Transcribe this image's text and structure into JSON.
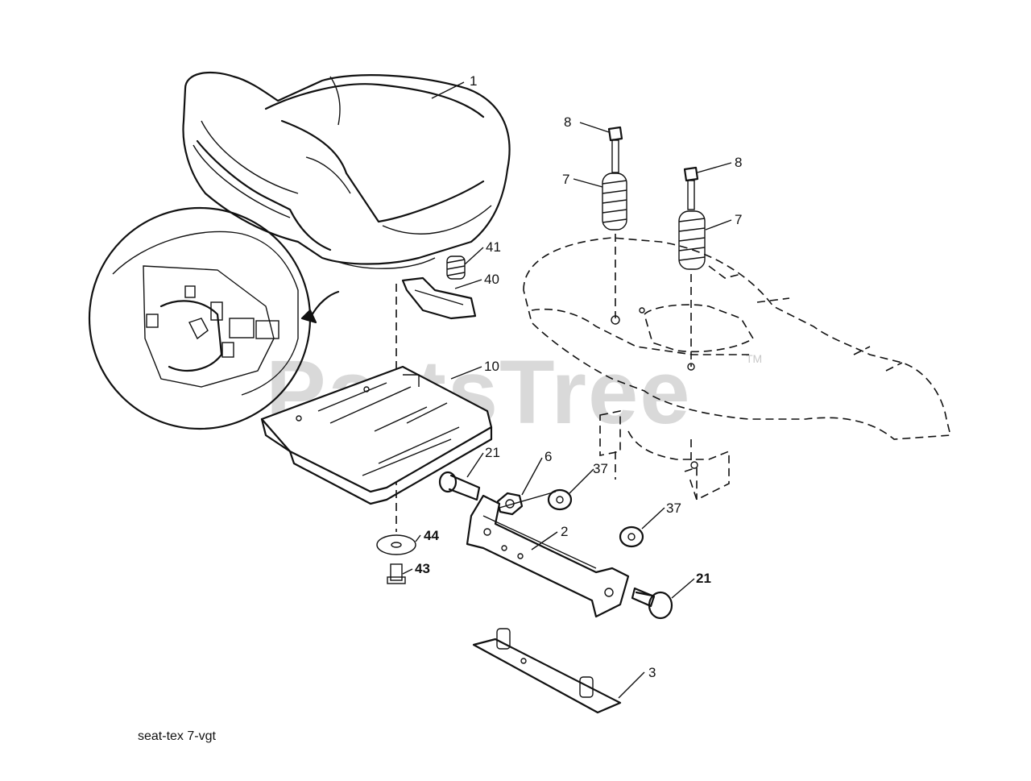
{
  "watermark": {
    "text": "PartsTree",
    "trademark": "TM"
  },
  "caption": "seat-tex  7-vgt",
  "callouts": {
    "seat": "1",
    "bolt_left": "8",
    "spring_left": "7",
    "bolt_right": "8",
    "spring_right": "7",
    "spring_small": "41",
    "clip": "40",
    "seat_pan": "10",
    "carriage_bolt_left": "21",
    "nut": "6",
    "flange_nut_upper": "37",
    "flange_nut_lower": "37",
    "bracket": "2",
    "washer": "44",
    "screw": "43",
    "carriage_bolt_right": "21",
    "plate": "3"
  },
  "colors": {
    "line": "#111111",
    "watermark": "#d9d9d9",
    "background": "#ffffff"
  }
}
